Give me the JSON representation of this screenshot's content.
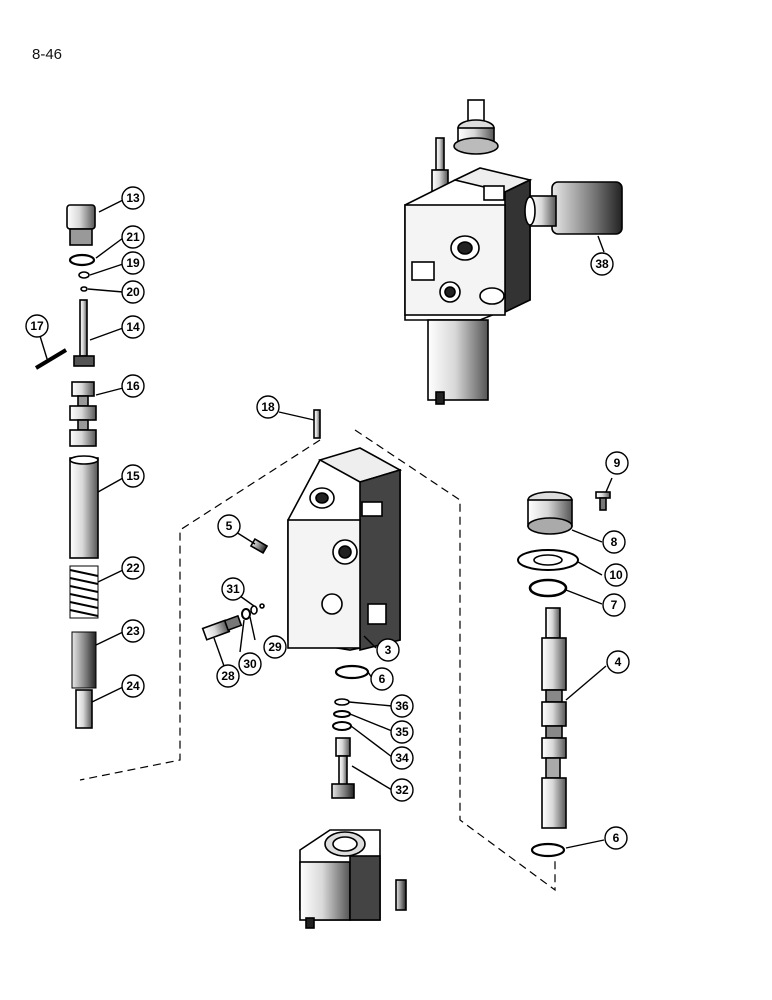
{
  "page_number": "8-46",
  "callouts": [
    {
      "id": "13",
      "label": "13"
    },
    {
      "id": "21",
      "label": "21"
    },
    {
      "id": "19",
      "label": "19"
    },
    {
      "id": "20",
      "label": "20"
    },
    {
      "id": "17",
      "label": "17"
    },
    {
      "id": "14",
      "label": "14"
    },
    {
      "id": "16",
      "label": "16"
    },
    {
      "id": "15",
      "label": "15"
    },
    {
      "id": "22",
      "label": "22"
    },
    {
      "id": "23",
      "label": "23"
    },
    {
      "id": "24",
      "label": "24"
    },
    {
      "id": "18",
      "label": "18"
    },
    {
      "id": "5",
      "label": "5"
    },
    {
      "id": "31",
      "label": "31"
    },
    {
      "id": "29",
      "label": "29"
    },
    {
      "id": "30",
      "label": "30"
    },
    {
      "id": "28",
      "label": "28"
    },
    {
      "id": "3",
      "label": "3"
    },
    {
      "id": "6a",
      "label": "6"
    },
    {
      "id": "36",
      "label": "36"
    },
    {
      "id": "35",
      "label": "35"
    },
    {
      "id": "34",
      "label": "34"
    },
    {
      "id": "32",
      "label": "32"
    },
    {
      "id": "9",
      "label": "9"
    },
    {
      "id": "8",
      "label": "8"
    },
    {
      "id": "10",
      "label": "10"
    },
    {
      "id": "7",
      "label": "7"
    },
    {
      "id": "4",
      "label": "4"
    },
    {
      "id": "6b",
      "label": "6"
    },
    {
      "id": "38",
      "label": "38"
    }
  ]
}
